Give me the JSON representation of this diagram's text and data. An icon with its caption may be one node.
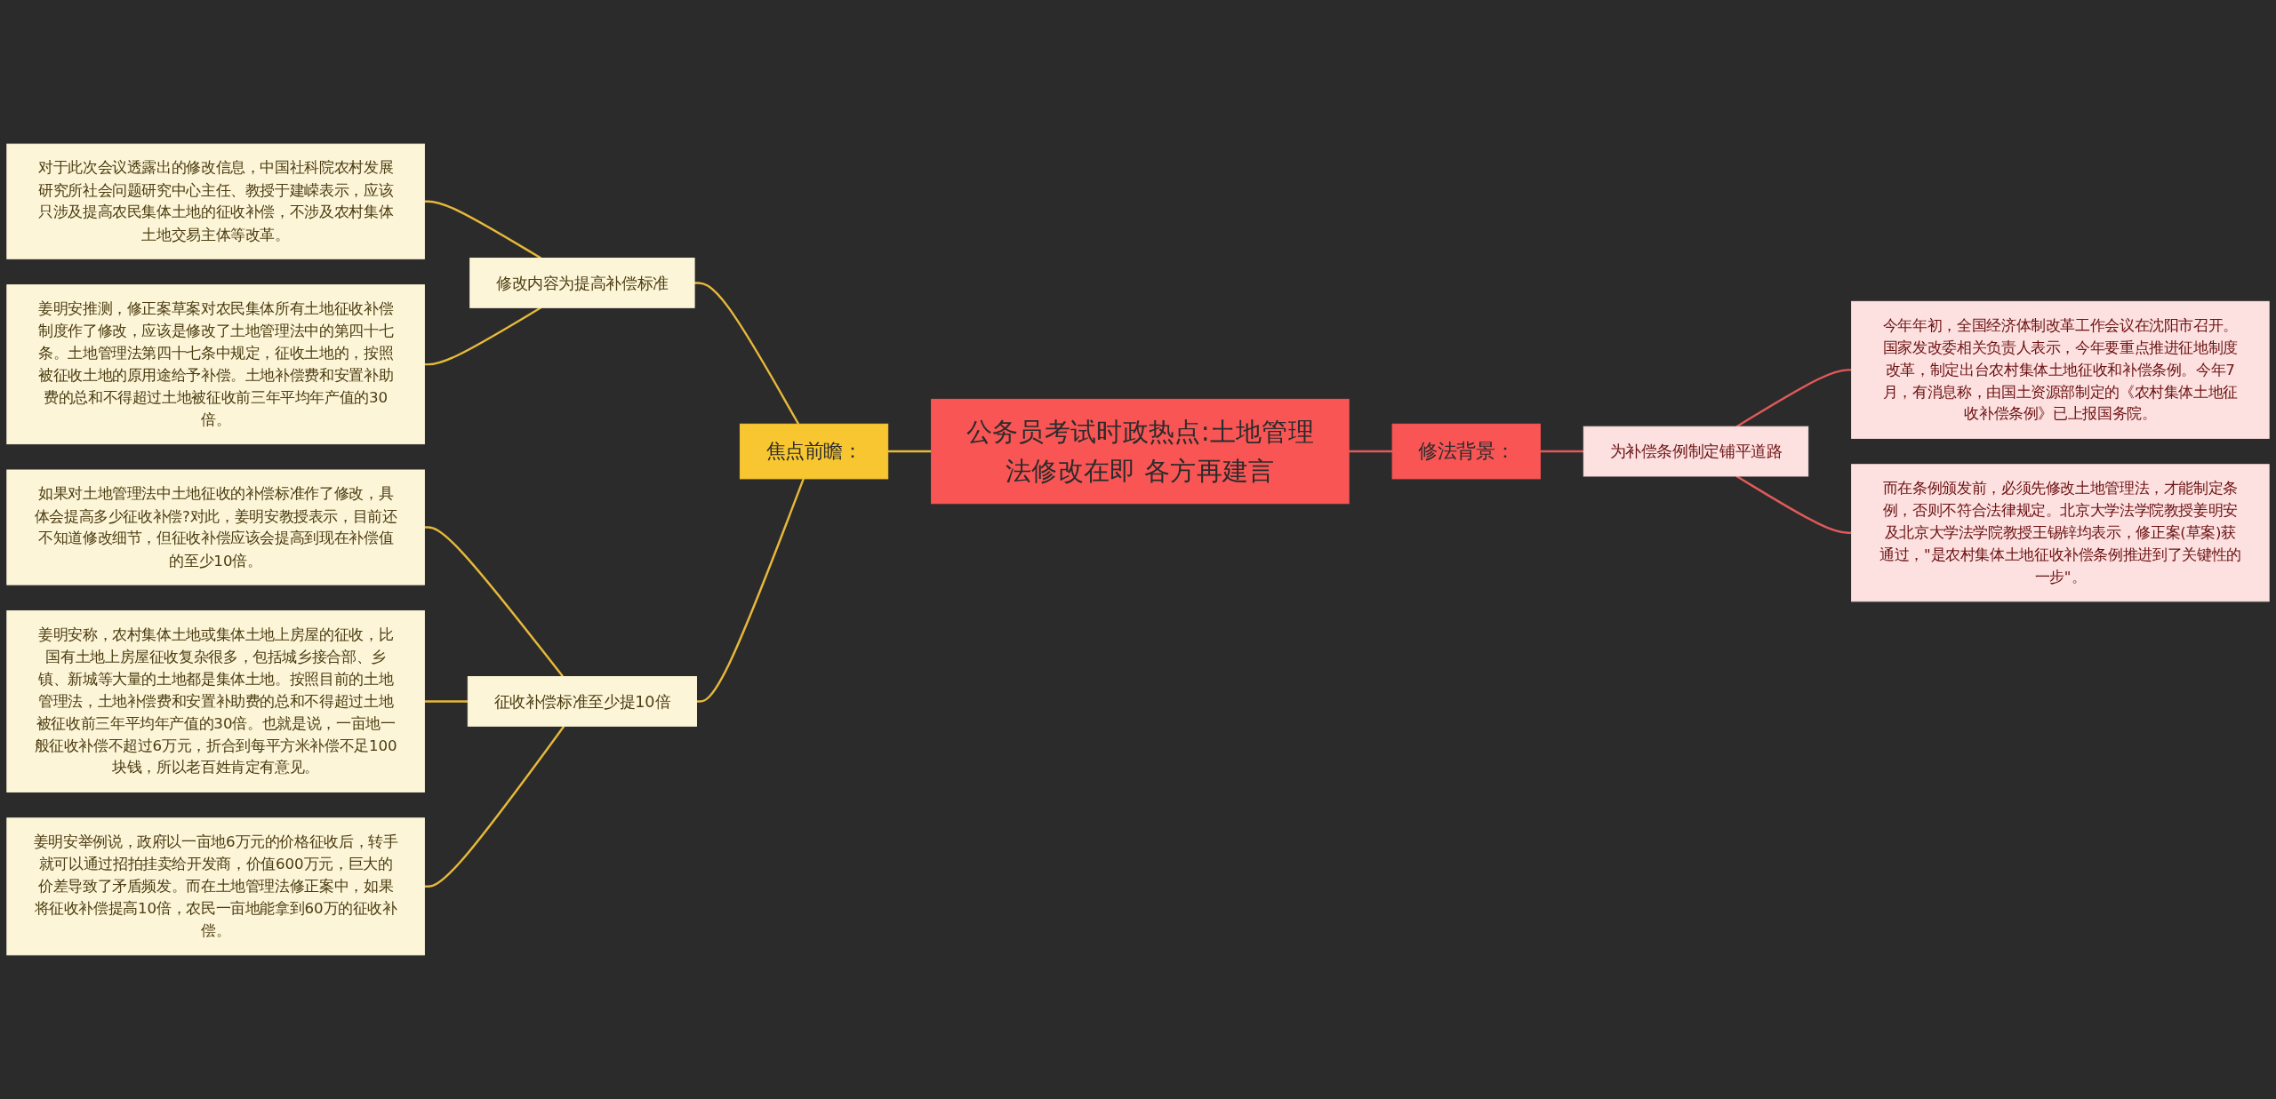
{
  "diagram": {
    "nodes": [
      {
        "text": [
          "公务员考试时政热点:土地管理法修改在即 各方再建言"
        ]
      },
      {
        "text": [
          "焦点前瞻："
        ]
      },
      {
        "text": [
          "修改内容为提高补偿标准"
        ]
      },
      {
        "text": [
          "对于此次会议透露出的修改信息，中国社科院农村发展研究所社会问题研究中心主任、教授于建嵘表示，应该只涉及提高农民集体土地的征收补偿，不涉及农村集体土地交易主体等改革。"
        ]
      },
      {
        "text": [
          "姜明安推测，修正案草案对农民集体所有土地征收补偿制度作了修改，应该是修改了土地管理法中的第四十七条。土地管理法第四十七条中规定，征收土地的，按照被征收土地的原用途给予补偿。土地补偿费和安置补助费的总和不得超过土地被征收前三年平均年产值的30倍。"
        ]
      },
      {
        "text": [
          "征收补偿标准至少提10倍"
        ]
      },
      {
        "text": [
          "如果对土地管理法中土地征收的补偿标准作了修改，具体会提高多少征收补偿?对此，姜明安教授表示，目前还不知道修改细节，但征收补偿应该会提高到现在补偿值的至少10倍。"
        ]
      },
      {
        "text": [
          "姜明安称，农村集体土地或集体土地上房屋的征收，比国有土地上房屋征收复杂很多，包括城乡接合部、乡镇、新城等大量的土地都是集体土地。按照目前的土地管理法，土地补偿费和安置补助费的总和不得超过土地被征收前三年平均年产值的30倍。也就是说，一亩地一般征收补偿不超过6万元，折合到每平方米补偿不足100块钱，所以老百姓肯定有意见。"
        ]
      },
      {
        "text": [
          "姜明安举例说，政府以一亩地6万元的价格征收后，转手就可以通过招拍挂卖给开发商，价值600万元，巨大的价差导致了矛盾频发。而在土地管理法修正案中，如果将征收补偿提高10倍，农民一亩地能拿到60万的征收补偿。"
        ]
      },
      {
        "text": [
          "修法背景："
        ]
      },
      {
        "text": [
          "为补偿条例制定铺平道路"
        ]
      },
      {
        "text": [
          "今年年初，全国经济体制改革工作会议在沈阳市召开。国家发改委相关负责人表示，今年要重点推进征地制度改革，制定出台农村集体土地征收和补偿条例。今年7月，有消息称，由国土资源部制定的《农村集体土地征收补偿条例》已上报国务院。"
        ]
      },
      {
        "text": [
          "而在条例颁发前，必须先修改土地管理法，才能制定条例，否则不符合法律规定。北京大学法学院教授姜明安及北京大学法学院教授王锡锌均表示，修正案(草案)获通过，\"是农村集体土地征收补偿条例推进到了关键性的一步\"。"
        ]
      }
    ],
    "edges": [
      {
        "from": 0,
        "to": 1,
        "arrow": "none"
      },
      {
        "from": 1,
        "to": 2,
        "arrow": "none"
      },
      {
        "from": 2,
        "to": 3,
        "arrow": "none"
      },
      {
        "from": 2,
        "to": 4,
        "arrow": "none"
      },
      {
        "from": 1,
        "to": 5,
        "arrow": "none"
      },
      {
        "from": 5,
        "to": 6,
        "arrow": "none"
      },
      {
        "from": 5,
        "to": 7,
        "arrow": "none"
      },
      {
        "from": 5,
        "to": 8,
        "arrow": "none"
      },
      {
        "from": 0,
        "to": 9,
        "arrow": "none",
        "color": "#e05a5a"
      },
      {
        "from": 9,
        "to": 10,
        "arrow": "none",
        "color": "#e05a5a"
      },
      {
        "from": 10,
        "to": 11,
        "arrow": "none",
        "color": "#e05a5a"
      },
      {
        "from": 10,
        "to": 12,
        "arrow": "none",
        "color": "#e05a5a"
      }
    ]
  }
}
